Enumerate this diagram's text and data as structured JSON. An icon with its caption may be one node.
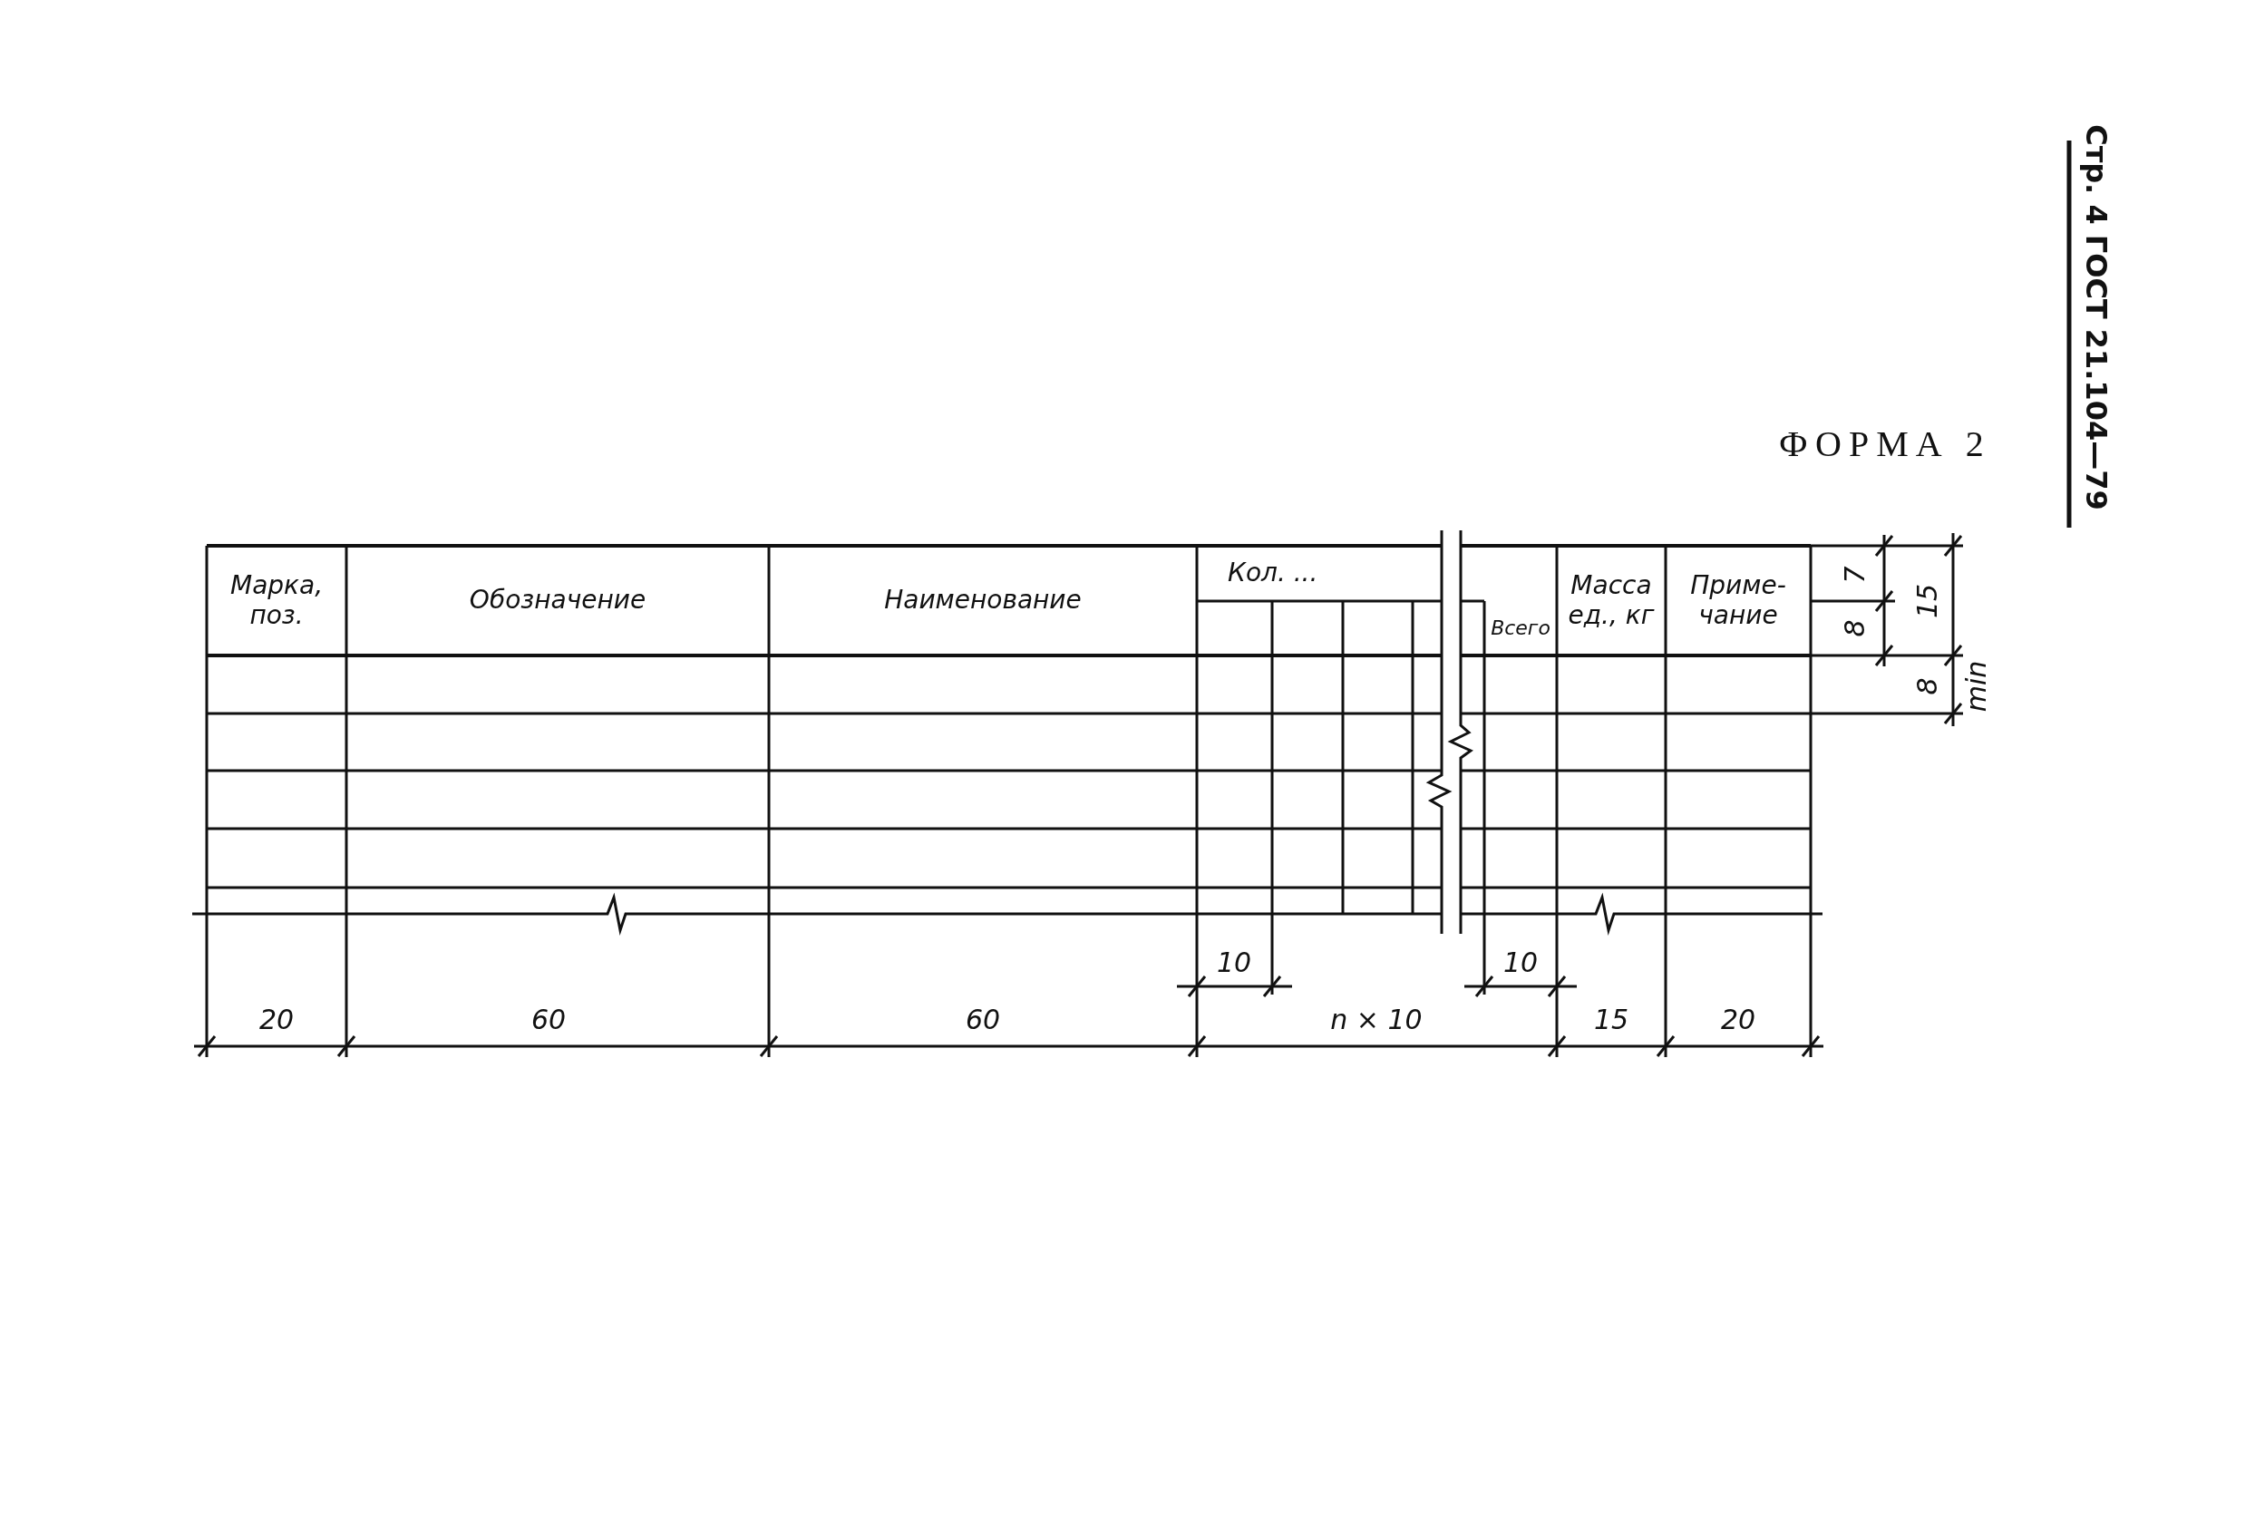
{
  "diagram": {
    "title": "ФОРМА 2",
    "nodes": [
      {
        "text": [
          "Марка, поз."
        ]
      },
      {
        "text": [
          "Обозначение"
        ]
      },
      {
        "text": [
          "Наименование"
        ]
      },
      {
        "text": [
          "Кол. ..."
        ]
      },
      {
        "text": [
          "Всего"
        ]
      },
      {
        "text": [
          "Масса ед., кг"
        ]
      },
      {
        "text": [
          "Приме- чание"
        ]
      }
    ],
    "labels": [
      "Стр. 4 ГОСТ 21.104—79",
      "7",
      "15",
      "8",
      "8",
      "min",
      "10",
      "10",
      "20",
      "60",
      "60",
      "n × 10",
      "15",
      "20"
    ]
  }
}
